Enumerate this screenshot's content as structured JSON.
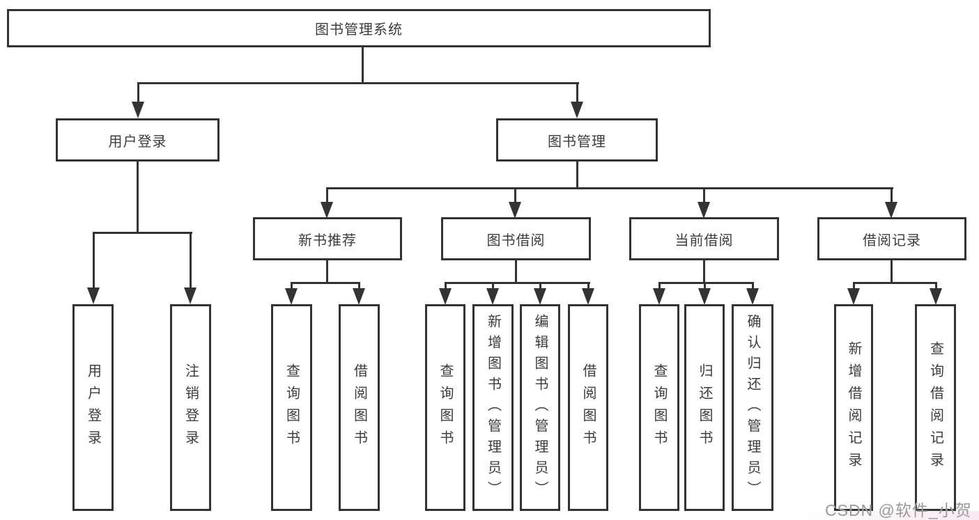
{
  "nodes": {
    "root": "图书管理系统",
    "user_login": "用户登录",
    "book_mgmt": "图书管理",
    "new_books": "新书推荐",
    "book_borrow": "图书借阅",
    "current_borrow": "当前借阅",
    "borrow_records": "借阅记录",
    "leaf_user_login": "用户登录",
    "leaf_logout": "注销登录",
    "leaf_nb_query": "查询图书",
    "leaf_nb_borrow": "借阅图书",
    "leaf_bb_query": "查询图书",
    "leaf_bb_add": "新增图书（管理员）",
    "leaf_bb_edit": "编辑图书（管理员）",
    "leaf_bb_borrow": "借阅图书",
    "leaf_cb_query": "查询图书",
    "leaf_cb_return": "归还图书",
    "leaf_cb_confirm": "确认归还（管理员）",
    "leaf_br_add": "新增借阅记录",
    "leaf_br_query": "查询借阅记录"
  },
  "watermark": "CSDN @软件_小贺同学",
  "colors": {
    "line": "#333333",
    "text": "#3c3c3c",
    "background": "#ffffff",
    "watermark": "#999999"
  }
}
